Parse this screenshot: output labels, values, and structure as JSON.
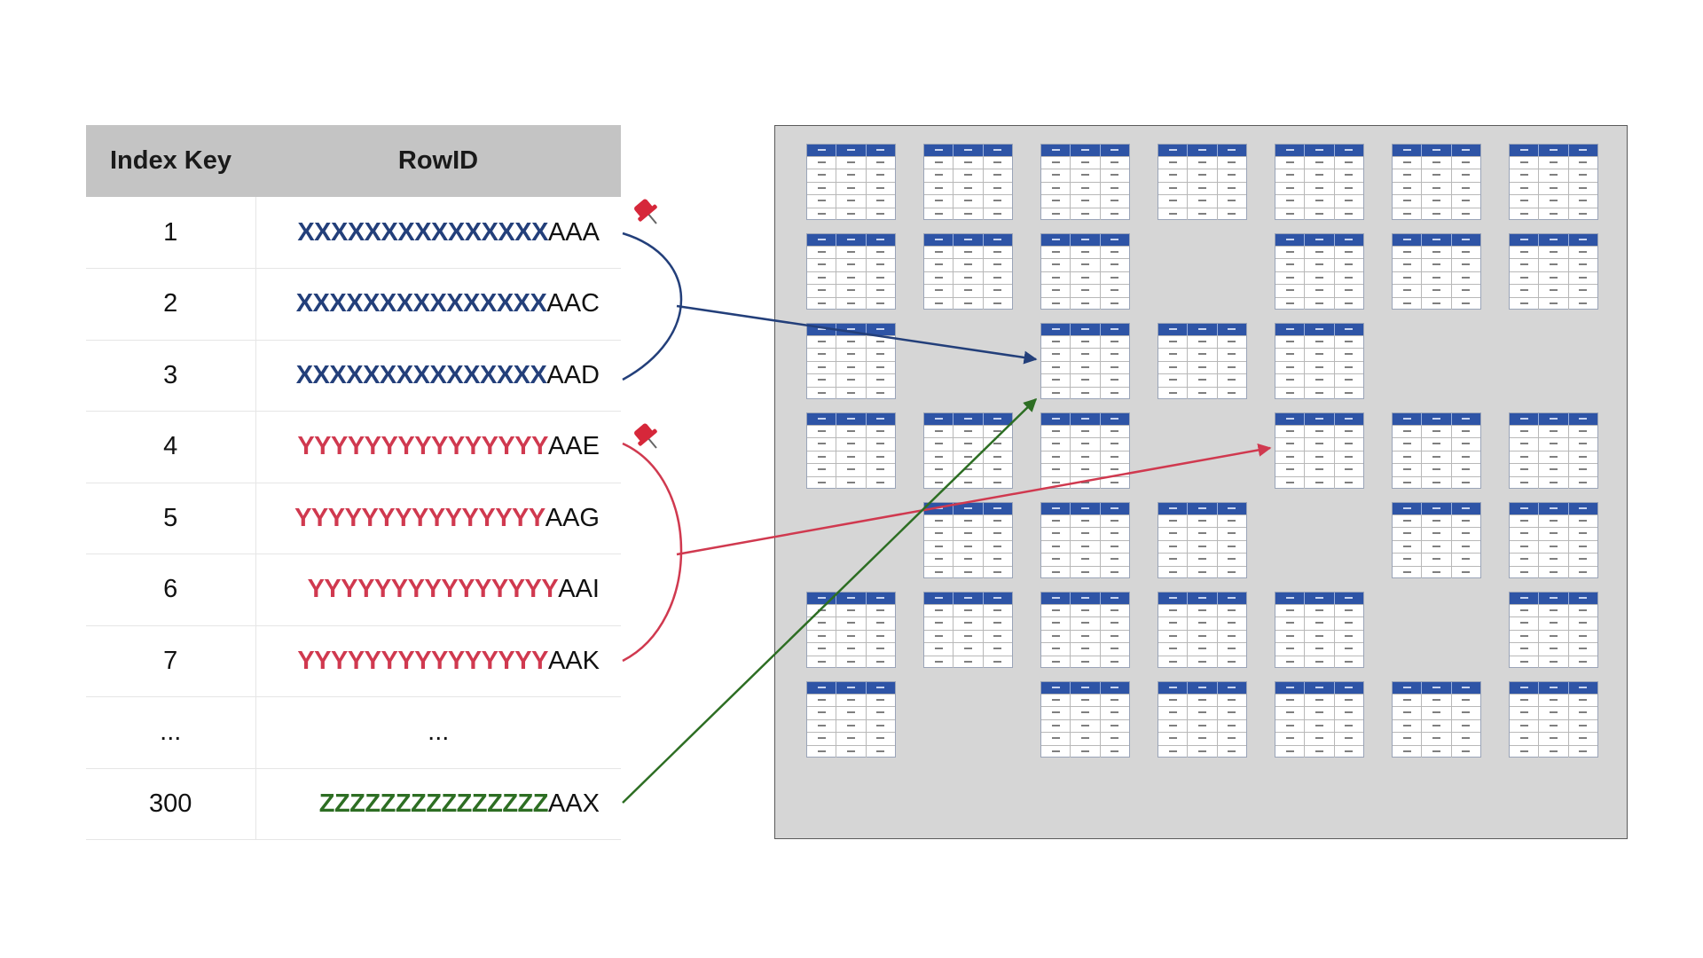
{
  "index_table": {
    "headers": {
      "key": "Index Key",
      "rowid": "RowID"
    },
    "rows": [
      {
        "key": "1",
        "prefix": "XXXXXXXXXXXXXXX",
        "suffix": "AAA",
        "group": "x"
      },
      {
        "key": "2",
        "prefix": "XXXXXXXXXXXXXXX",
        "suffix": "AAC",
        "group": "x"
      },
      {
        "key": "3",
        "prefix": "XXXXXXXXXXXXXXX",
        "suffix": "AAD",
        "group": "x"
      },
      {
        "key": "4",
        "prefix": "YYYYYYYYYYYYYYY",
        "suffix": "AAE",
        "group": "y"
      },
      {
        "key": "5",
        "prefix": "YYYYYYYYYYYYYYY",
        "suffix": "AAG",
        "group": "y"
      },
      {
        "key": "6",
        "prefix": "YYYYYYYYYYYYYYY",
        "suffix": "AAI",
        "group": "y"
      },
      {
        "key": "7",
        "prefix": "YYYYYYYYYYYYYYY",
        "suffix": "AAK",
        "group": "y"
      },
      {
        "key": "...",
        "prefix": "",
        "suffix": "...",
        "group": "none"
      },
      {
        "key": "300",
        "prefix": "ZZZZZZZZZZZZZZZ",
        "suffix": "AAX",
        "group": "z"
      }
    ]
  },
  "colors": {
    "x": "#233f7a",
    "y": "#d0394f",
    "z": "#2d6e23",
    "page_header": "#2e54a6",
    "heap_bg": "#d6d6d6",
    "pin": "#d6273a"
  },
  "heap_pages": {
    "presence": [
      [
        1,
        1,
        1,
        1,
        1,
        1,
        1
      ],
      [
        1,
        1,
        1,
        0,
        1,
        1,
        1
      ],
      [
        1,
        0,
        1,
        1,
        1,
        0,
        0
      ],
      [
        1,
        1,
        1,
        0,
        1,
        1,
        1
      ],
      [
        0,
        1,
        1,
        1,
        0,
        1,
        1
      ],
      [
        1,
        1,
        1,
        1,
        1,
        0,
        1
      ],
      [
        1,
        0,
        1,
        1,
        1,
        1,
        1
      ]
    ]
  },
  "icons": {
    "pin_x": "pushpin-icon",
    "pin_y": "pushpin-icon"
  }
}
